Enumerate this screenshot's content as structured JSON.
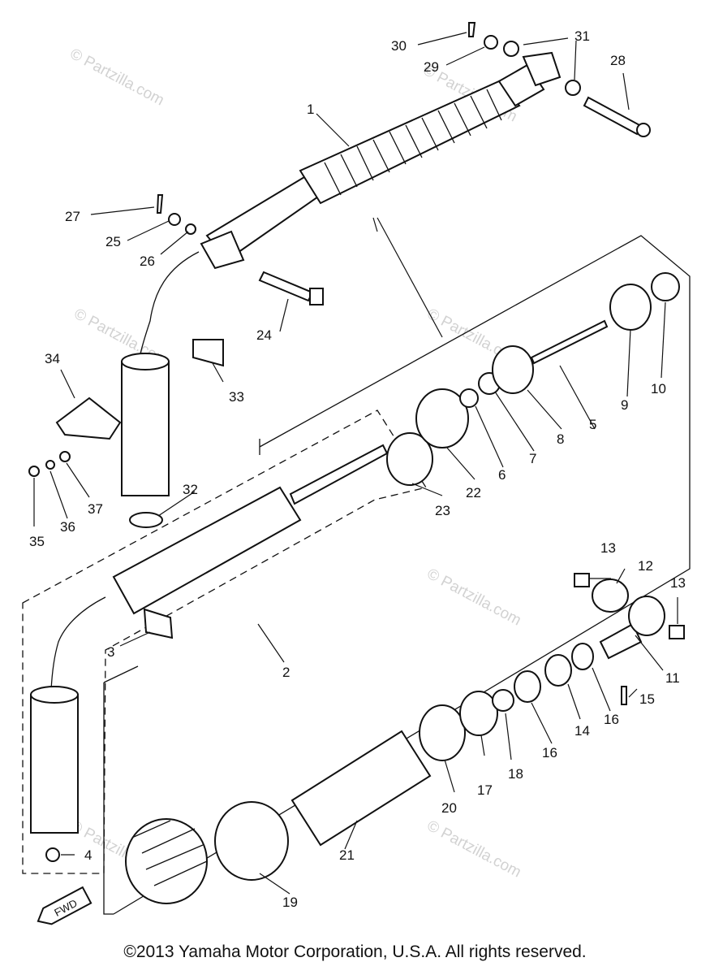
{
  "footer": {
    "copyright": "©2013 Yamaha Motor Corporation, U.S.A. All rights reserved."
  },
  "watermark": {
    "text": "© Partzilla.com"
  },
  "direction_badge": {
    "text": "FWD"
  },
  "callouts": [
    "1",
    "2",
    "3",
    "4",
    "5",
    "6",
    "7",
    "8",
    "9",
    "10",
    "11",
    "12",
    "13",
    "13",
    "14",
    "15",
    "16",
    "16",
    "17",
    "18",
    "19",
    "20",
    "21",
    "22",
    "23",
    "24",
    "25",
    "26",
    "27",
    "28",
    "29",
    "30",
    "31",
    "32",
    "33",
    "34",
    "35",
    "36",
    "37"
  ]
}
